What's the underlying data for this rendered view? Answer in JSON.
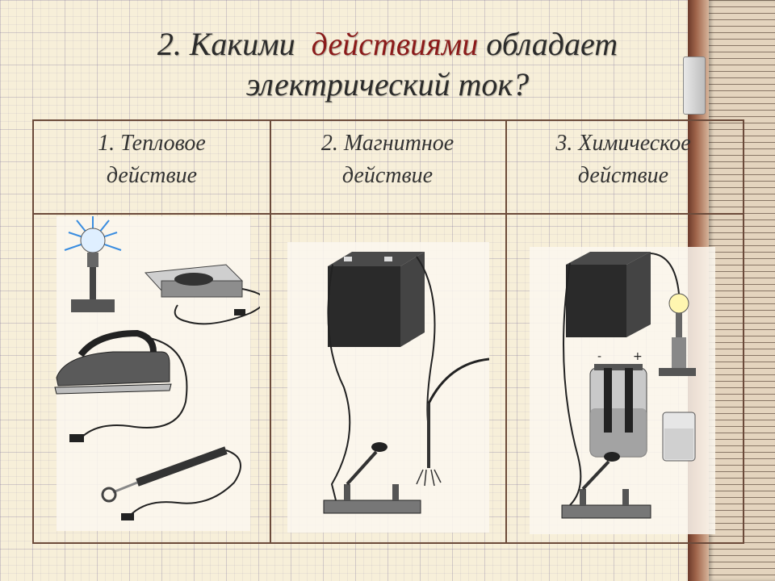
{
  "title": {
    "line1_prefix": "2. Какими",
    "line1_accent": "действиями",
    "line1_suffix": "обладает",
    "line2": "электрический ток?"
  },
  "columns": [
    {
      "line1": "1. Тепловое",
      "line2": "действие"
    },
    {
      "line1": "2. Магнитное",
      "line2": "действие"
    },
    {
      "line1": "3. Химическое",
      "line2": "действие"
    }
  ],
  "colors": {
    "accent": "#8b1a1a",
    "text": "#2b2b2b",
    "border": "#6b4a3a",
    "paper": "#f7efd9"
  },
  "icons": [
    "light-bulb-icon",
    "hot-plate-icon",
    "iron-icon",
    "soldering-iron-icon",
    "battery-icon",
    "switch-icon",
    "electromagnet-icon",
    "electrolysis-cell-icon",
    "glass-icon"
  ]
}
